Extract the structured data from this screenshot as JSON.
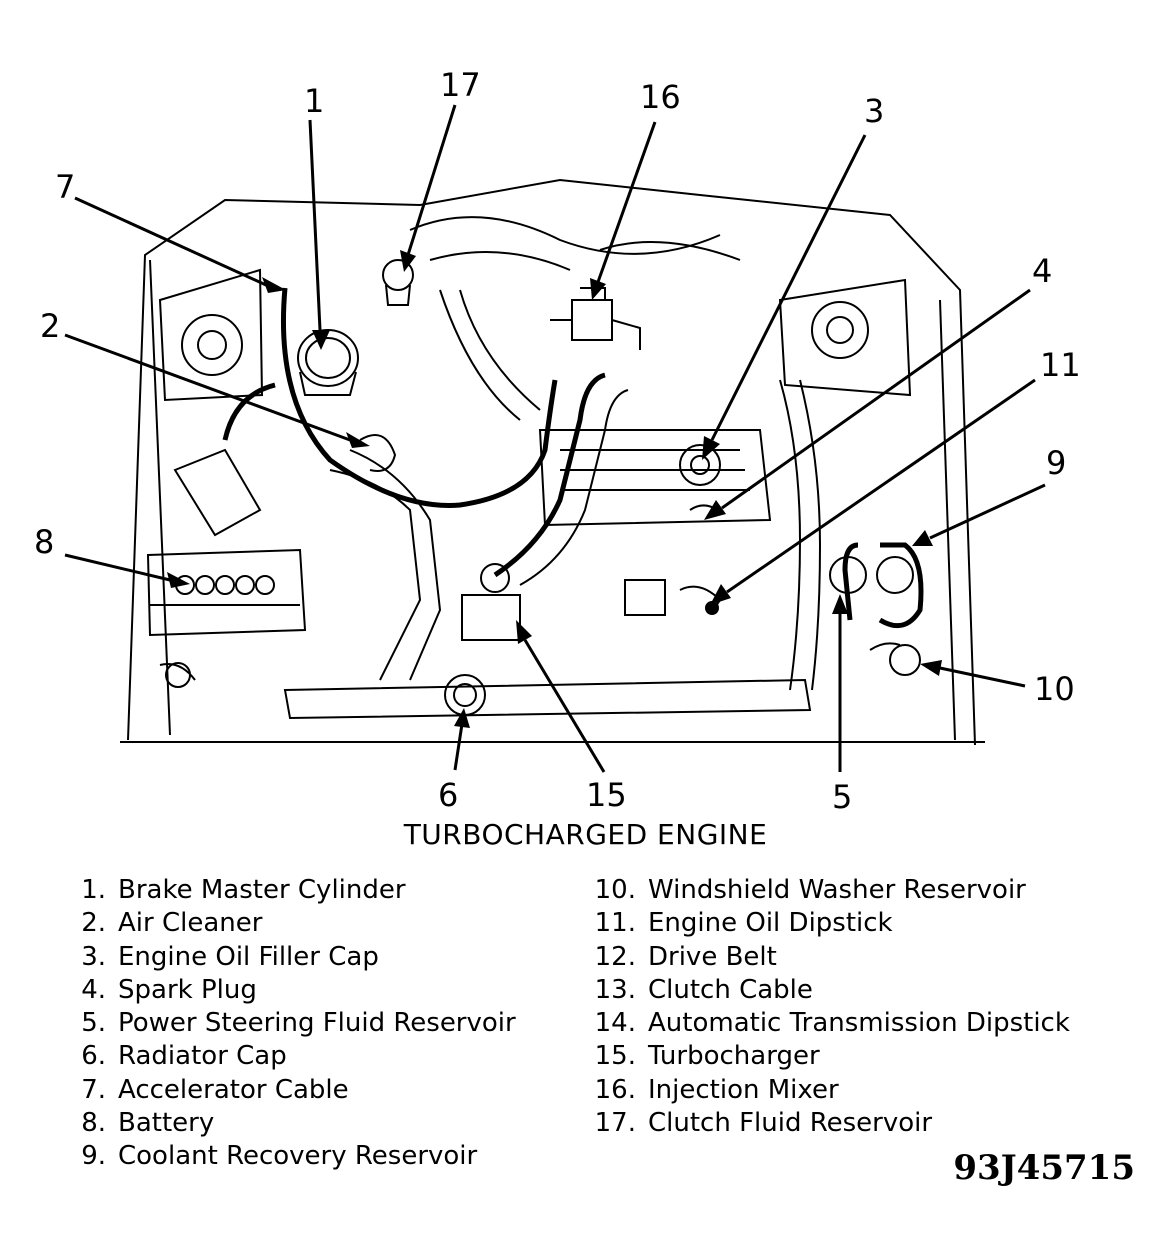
{
  "diagram": {
    "callouts": [
      {
        "id": "c1",
        "label": "1"
      },
      {
        "id": "c17",
        "label": "17"
      },
      {
        "id": "c16",
        "label": "16"
      },
      {
        "id": "c3",
        "label": "3"
      },
      {
        "id": "c7",
        "label": "7"
      },
      {
        "id": "c4",
        "label": "4"
      },
      {
        "id": "c2",
        "label": "2"
      },
      {
        "id": "c11",
        "label": "11"
      },
      {
        "id": "c9",
        "label": "9"
      },
      {
        "id": "c8",
        "label": "8"
      },
      {
        "id": "c10",
        "label": "10"
      },
      {
        "id": "c6",
        "label": "6"
      },
      {
        "id": "c15",
        "label": "15"
      },
      {
        "id": "c5",
        "label": "5"
      }
    ],
    "caption": "TURBOCHARGED ENGINE"
  },
  "legend": {
    "left": [
      {
        "num": "1.",
        "label": "Brake Master Cylinder"
      },
      {
        "num": "2.",
        "label": "Air Cleaner"
      },
      {
        "num": "3.",
        "label": "Engine Oil Filler Cap"
      },
      {
        "num": "4.",
        "label": "Spark Plug"
      },
      {
        "num": "5.",
        "label": "Power Steering Fluid Reservoir"
      },
      {
        "num": "6.",
        "label": "Radiator Cap"
      },
      {
        "num": "7.",
        "label": "Accelerator Cable"
      },
      {
        "num": "8.",
        "label": "Battery"
      },
      {
        "num": "9.",
        "label": "Coolant Recovery Reservoir"
      }
    ],
    "right": [
      {
        "num": "10.",
        "label": "Windshield Washer Reservoir"
      },
      {
        "num": "11.",
        "label": "Engine Oil Dipstick"
      },
      {
        "num": "12.",
        "label": "Drive Belt"
      },
      {
        "num": "13.",
        "label": "Clutch Cable"
      },
      {
        "num": "14.",
        "label": "Automatic Transmission Dipstick"
      },
      {
        "num": "15.",
        "label": "Turbocharger"
      },
      {
        "num": "16.",
        "label": "Injection Mixer"
      },
      {
        "num": "17.",
        "label": "Clutch Fluid Reservoir"
      }
    ]
  },
  "figure_id": "93J45715"
}
